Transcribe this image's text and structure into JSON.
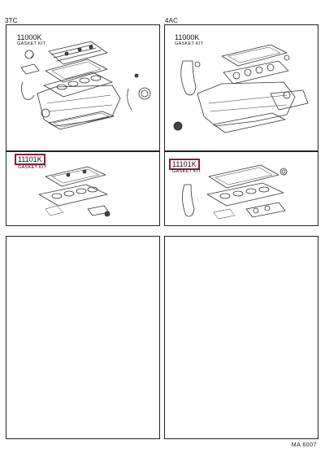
{
  "engines": [
    {
      "label": "3TC",
      "top_part": {
        "number": "11000K",
        "name": "GASKET KIT"
      },
      "bottom_part": {
        "number": "11101K",
        "name": "GASKET KIT"
      }
    },
    {
      "label": "4AC",
      "top_part": {
        "number": "11000K",
        "name": "GASKET KIT"
      },
      "bottom_part": {
        "number": "11101K",
        "name": "GASKET KIT"
      }
    }
  ],
  "footer": {
    "code": "MA 6007"
  },
  "colors": {
    "highlight": "#8e1746",
    "line": "#222222"
  }
}
